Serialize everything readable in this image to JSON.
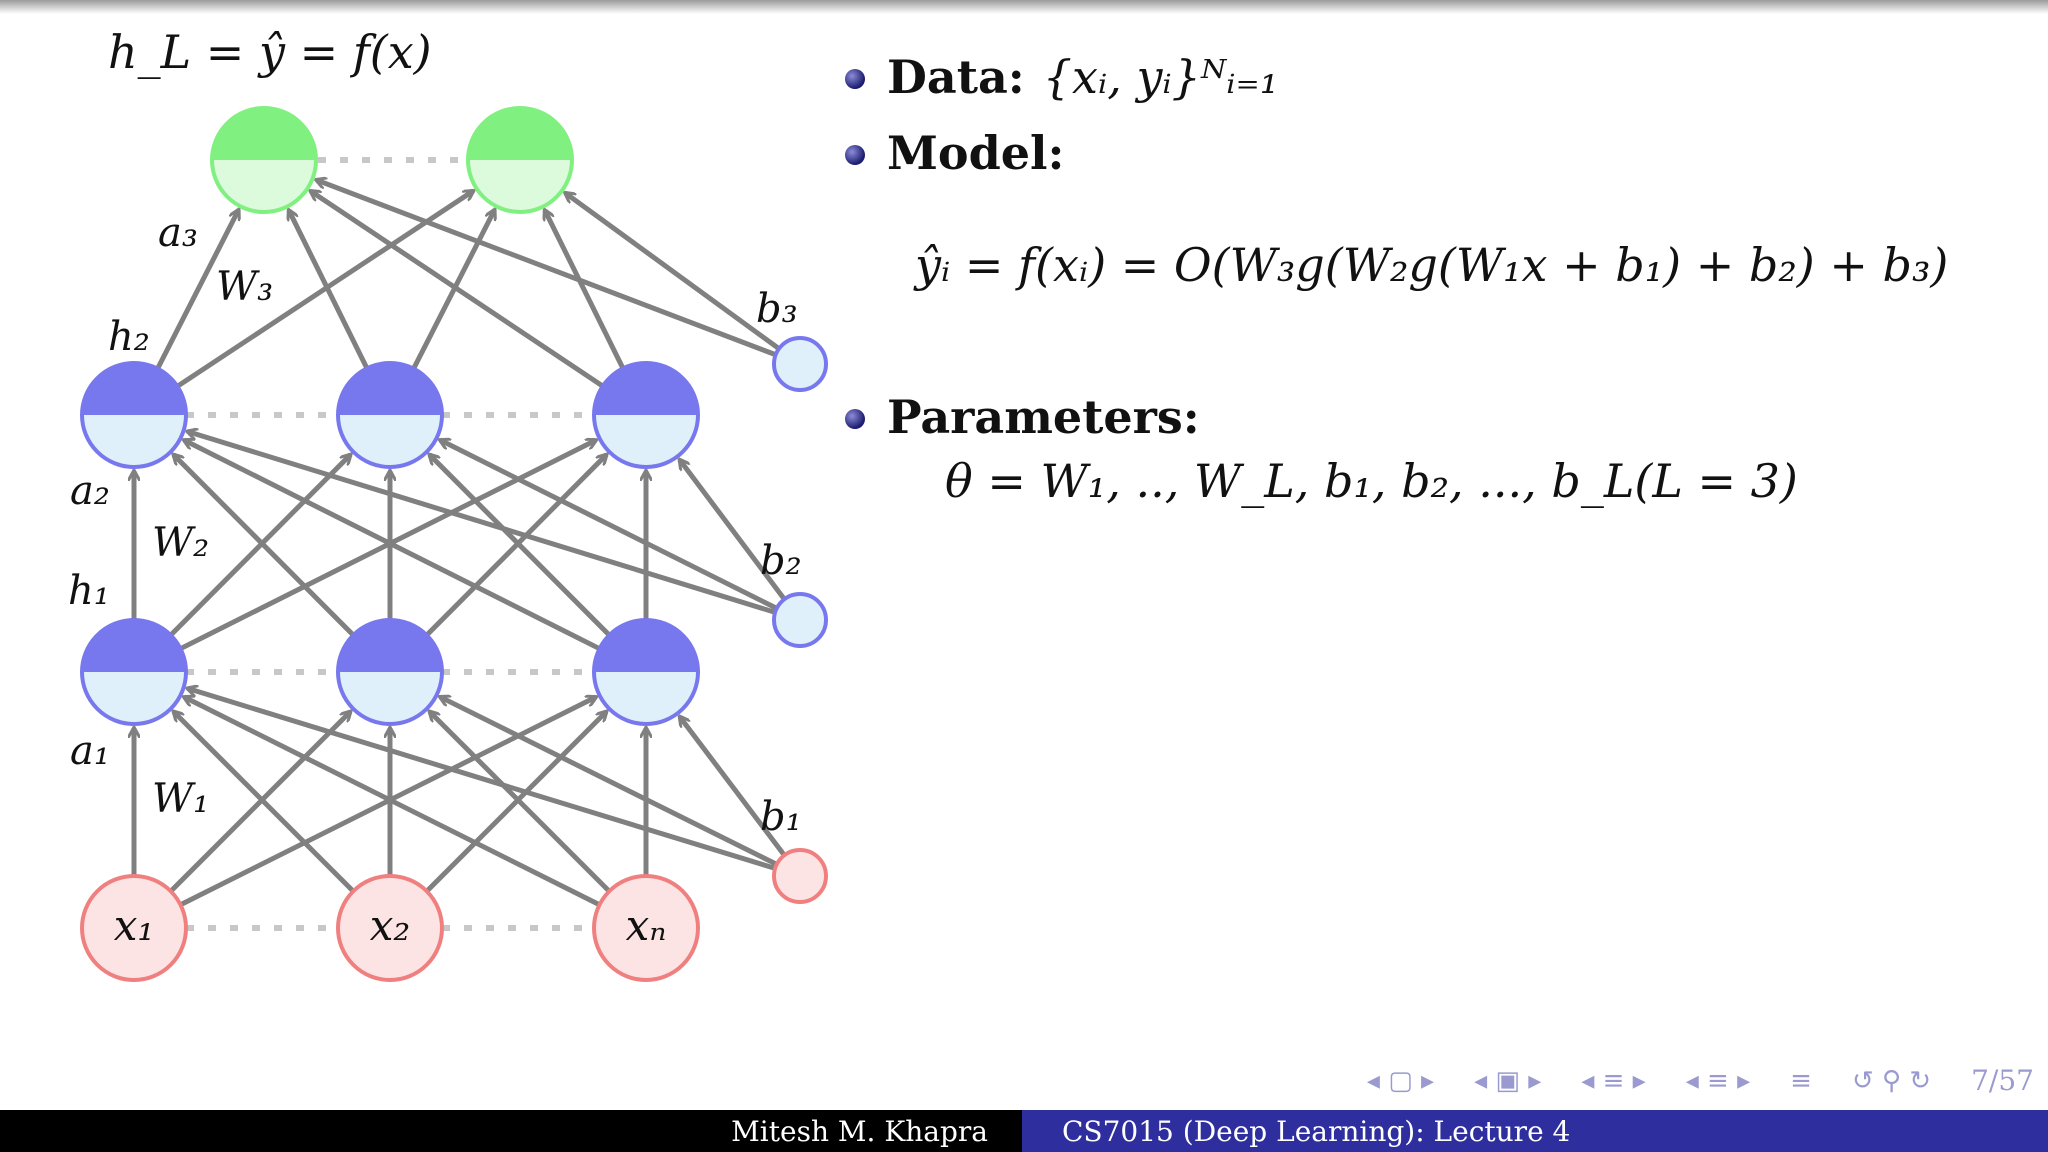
{
  "diagram": {
    "output_label": "h_L = ŷ = f(x)",
    "layer_labels": {
      "a3": "a₃",
      "W3": "W₃",
      "h2": "h₂",
      "a2": "a₂",
      "W2": "W₂",
      "h1": "h₁",
      "a1": "a₁",
      "W1": "W₁"
    },
    "bias_labels": [
      "b₁",
      "b₂",
      "b₃"
    ],
    "input_labels": [
      "x₁",
      "x₂",
      "xₙ"
    ],
    "colors": {
      "output": "#80f080",
      "hidden": "#7878ee",
      "input": "#f08080",
      "edge": "#808080"
    }
  },
  "bullets": {
    "data_label": "Data:",
    "data_value": "{xᵢ, yᵢ}ᴺᵢ₌₁",
    "model_label": "Model:",
    "model_equation": "ŷᵢ = f(xᵢ) = O(W₃g(W₂g(W₁x + b₁) + b₂) + b₃)",
    "params_label": "Parameters:",
    "params_equation": "θ = W₁, .., W_L, b₁, b₂, ..., b_L(L = 3)"
  },
  "nav": {
    "page": "7/57"
  },
  "footer": {
    "author": "Mitesh M. Khapra",
    "course": "CS7015 (Deep Learning): Lecture 4"
  }
}
